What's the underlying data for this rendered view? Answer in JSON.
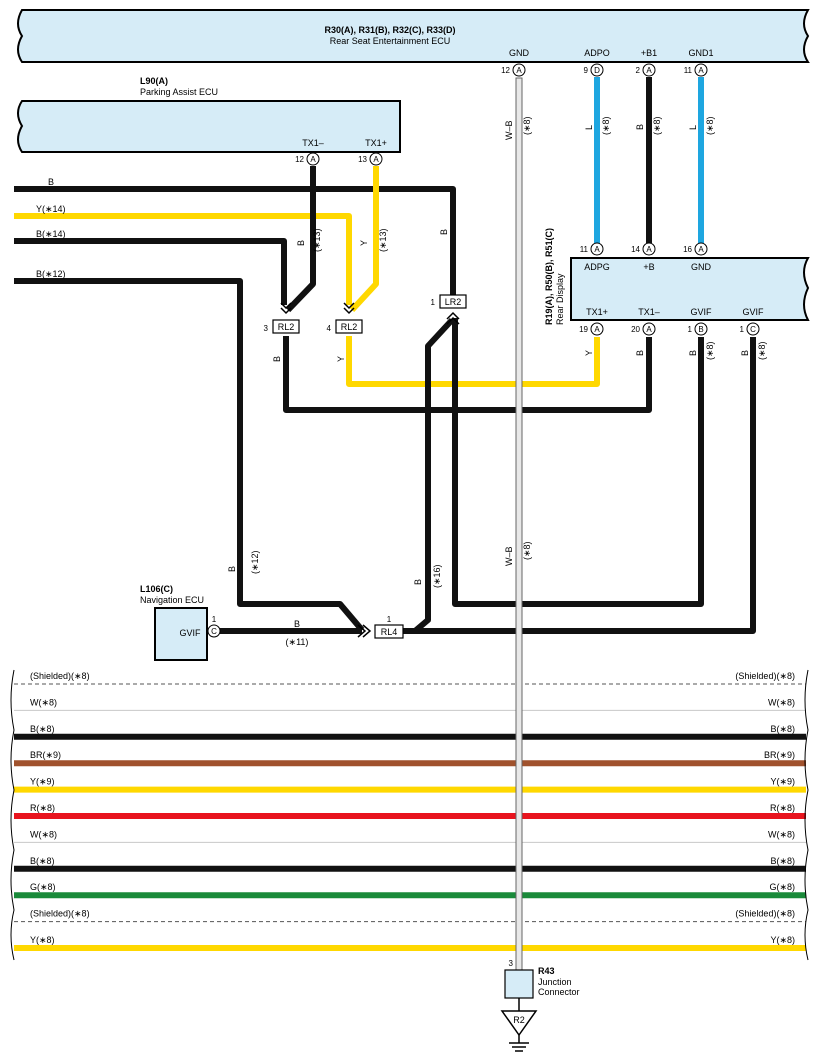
{
  "colors": {
    "ecu_fill": "#d6ecf7",
    "B": "#111111",
    "Y": "#ffd800",
    "L": "#1ea6e0",
    "BR": "#a0522d",
    "R": "#e8141e",
    "G": "#1a8a3a",
    "W": "#c8c8c8",
    "WB_body": "#e8e8e8"
  },
  "rse_ecu": {
    "ids": "R30(A), R31(B), R32(C), R33(D)",
    "name": "Rear Seat Entertainment ECU",
    "pins": [
      {
        "label": "GND",
        "num": "12",
        "conn": "A"
      },
      {
        "label": "ADPO",
        "num": "9",
        "conn": "D"
      },
      {
        "label": "+B1",
        "num": "2",
        "conn": "A"
      },
      {
        "label": "GND1",
        "num": "11",
        "conn": "A"
      }
    ]
  },
  "parking_ecu": {
    "ids": "L90(A)",
    "name": "Parking Assist ECU",
    "pins": [
      {
        "label": "TX1–",
        "num": "12",
        "conn": "A"
      },
      {
        "label": "TX1+",
        "num": "13",
        "conn": "A"
      }
    ]
  },
  "rear_display": {
    "ids": "R19(A), R50(B), R51(C)",
    "name": "Rear Display",
    "top_pins": [
      {
        "label": "ADPG",
        "num": "11",
        "conn": "A"
      },
      {
        "label": "+B",
        "num": "14",
        "conn": "A"
      },
      {
        "label": "GND",
        "num": "16",
        "conn": "A"
      }
    ],
    "bottom_pins": [
      {
        "label": "TX1+",
        "num": "19",
        "conn": "A"
      },
      {
        "label": "TX1–",
        "num": "20",
        "conn": "A"
      },
      {
        "label": "GVIF",
        "num": "1",
        "conn": "B"
      },
      {
        "label": "GVIF",
        "num": "1",
        "conn": "C"
      }
    ]
  },
  "nav_ecu": {
    "ids": "L106(C)",
    "name": "Navigation ECU",
    "pin_label": "GVIF",
    "pin_num": "1",
    "pin_conn": "C"
  },
  "junction": {
    "ids": "R43",
    "name1": "Junction",
    "name2": "Connector",
    "pin": "3"
  },
  "ground": {
    "label": "R2"
  },
  "relays": {
    "rl2a": {
      "num": "3",
      "label": "RL2"
    },
    "rl2b": {
      "num": "4",
      "label": "RL2"
    },
    "lr2": {
      "num": "1",
      "label": "LR2"
    },
    "rl4": {
      "num": "1",
      "label": "RL4"
    }
  },
  "wire_labels": {
    "top_b": "B",
    "y14": "Y(∗14)",
    "b14": "B(∗14)",
    "b12": "B(∗12)",
    "b_tx1m": "B",
    "s13a": "(∗13)",
    "y_tx1p": "Y",
    "s13b": "(∗13)",
    "b_lr2": "B",
    "wb_top": "W–B",
    "s8_wb_top": "(∗8)",
    "l_adpo": "L",
    "s8_adpo": "(∗8)",
    "b_b1": "B",
    "s8_b1": "(∗8)",
    "l_gnd1": "L",
    "s8_gnd1": "(∗8)",
    "b_rl2": "B",
    "y_rl2": "Y",
    "y_tx1p_d": "Y",
    "b_tx1m_d": "B",
    "b_gvif": "B",
    "s8_gvif": "(∗8)",
    "b_gvif2": "B",
    "s8_gvif2": "(∗8)",
    "b_12low": "B",
    "s12low": "(∗12)",
    "wb_low": "W–B",
    "s8_wb_low": "(∗8)",
    "b_16": "B",
    "s16": "(∗16)",
    "b_nav": "B",
    "s11": "(∗11)"
  },
  "bundle": [
    {
      "label": "(Shielded)(∗8)",
      "color": "shield"
    },
    {
      "label": "W(∗8)",
      "color": "W"
    },
    {
      "label": "B(∗8)",
      "color": "B"
    },
    {
      "label": "BR(∗9)",
      "color": "BR"
    },
    {
      "label": "Y(∗9)",
      "color": "Y"
    },
    {
      "label": "R(∗8)",
      "color": "R"
    },
    {
      "label": "W(∗8)",
      "color": "W"
    },
    {
      "label": "B(∗8)",
      "color": "B"
    },
    {
      "label": "G(∗8)",
      "color": "G"
    },
    {
      "label": "(Shielded)(∗8)",
      "color": "shield"
    },
    {
      "label": "Y(∗8)",
      "color": "Y"
    }
  ]
}
